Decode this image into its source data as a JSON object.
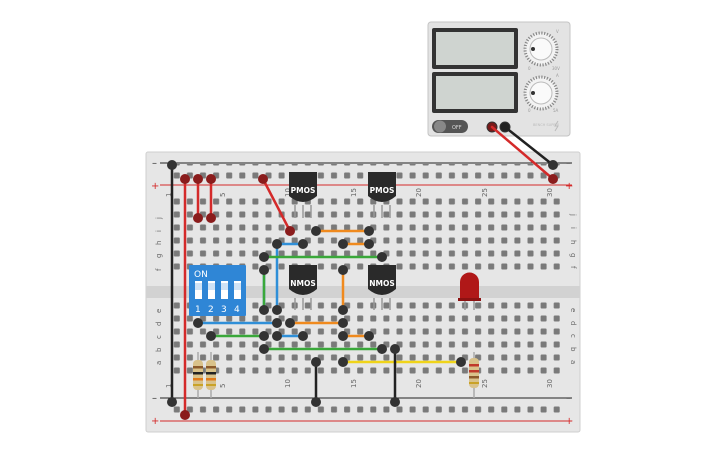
{
  "power_supply": {
    "off_label": "OFF",
    "brand_text": "BENCH\nSUPPLY",
    "voltage_knob_labels": [
      "V",
      "0",
      "30V"
    ],
    "current_knob_labels": [
      "A",
      "0",
      "5A"
    ]
  },
  "breadboard": {
    "minus_label": "–",
    "plus_label": "+",
    "column_labels": [
      "1",
      "5",
      "10",
      "15",
      "20",
      "25",
      "30"
    ],
    "row_labels_top": [
      "j",
      "i",
      "h",
      "g",
      "f"
    ],
    "row_labels_bottom": [
      "e",
      "d",
      "c",
      "b",
      "a"
    ]
  },
  "components": {
    "pmos_label": "PMOS",
    "nmos_label": "NMOS",
    "dip_on_label": "ON",
    "dip_numbers": [
      "1",
      "2",
      "3",
      "4"
    ]
  },
  "colors": {
    "board": "#e6e6e6",
    "rail_red": "#d42a2a",
    "rail_black": "#222222",
    "switch_blue": "#2f86d6",
    "wire_blue": "#2f8fd8",
    "wire_green": "#3aa83a",
    "wire_orange": "#f08a1e",
    "wire_yellow": "#f0d41a",
    "led_red": "#b01818"
  }
}
